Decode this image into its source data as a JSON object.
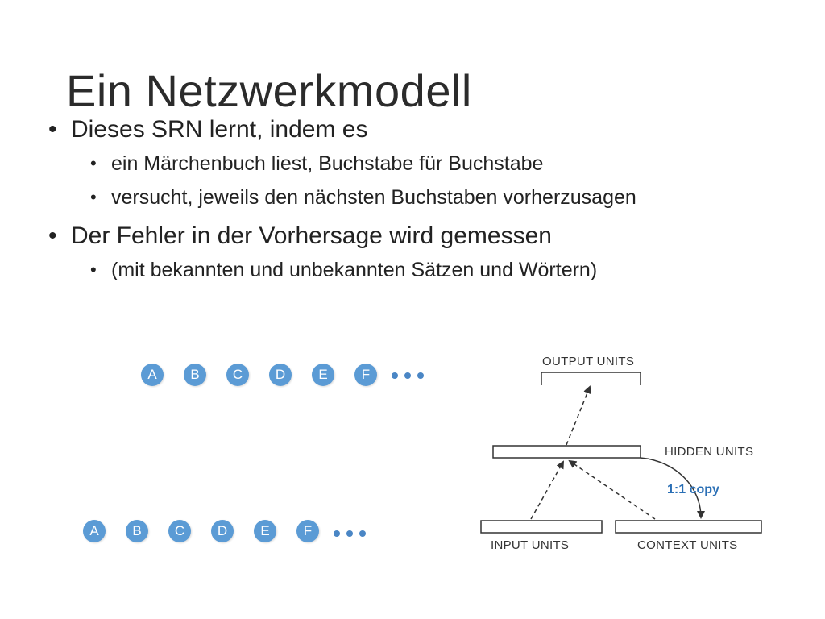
{
  "title": "Ein Netzwerkmodell",
  "bullets": [
    {
      "text": "Dieses SRN lernt, indem es",
      "sub": [
        "ein Märchenbuch liest, Buchstabe für Buchstabe",
        "versucht, jeweils den nächsten Buchstaben vorherzusagen"
      ]
    },
    {
      "text": "Der Fehler in der Vorhersage wird gemessen",
      "sub": [
        "(mit bekannten und unbekannten Sätzen und Wörtern)"
      ]
    }
  ],
  "sequence_top": [
    "A",
    "B",
    "C",
    "D",
    "E",
    "F"
  ],
  "sequence_bottom": [
    "A",
    "B",
    "C",
    "D",
    "E",
    "F"
  ],
  "network": {
    "output_label": "OUTPUT UNITS",
    "hidden_label": "HIDDEN UNITS",
    "input_label": "INPUT UNITS",
    "context_label": "CONTEXT UNITS",
    "copy_label": "1:1 copy"
  },
  "colors": {
    "circle_fill": "#5b9bd5",
    "ellipsis": "#4a86c5",
    "copy_text": "#2a6fb5"
  }
}
